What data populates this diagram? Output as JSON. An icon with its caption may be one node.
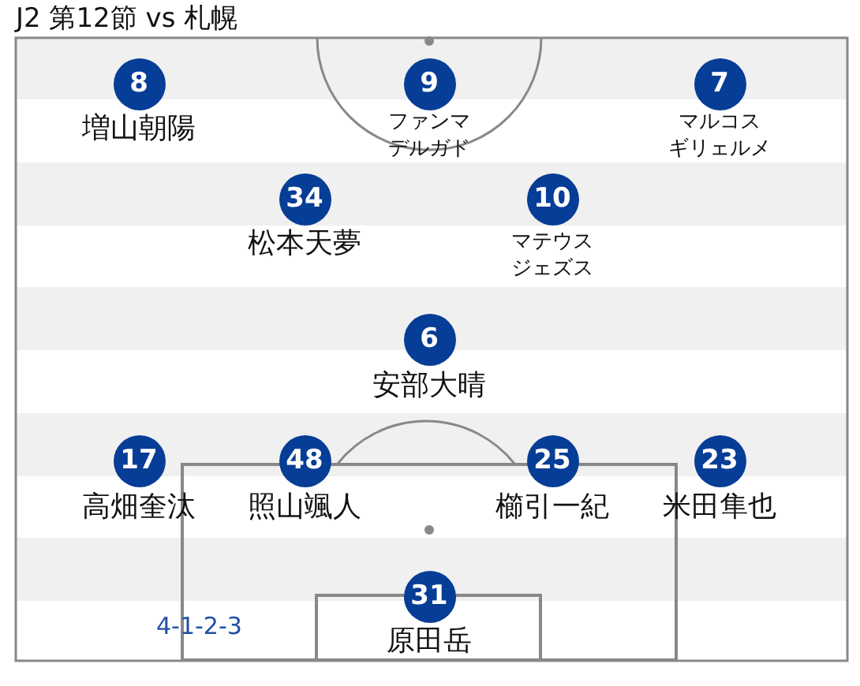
{
  "diagram": {
    "title": "J2 第12節 vs 札幌",
    "nodes": [
      {
        "text": [
          "8"
        ],
        "beside": [
          "増山朝陽"
        ]
      },
      {
        "text": [
          "9"
        ],
        "beside": [
          "ファンマデルガド"
        ]
      },
      {
        "text": [
          "7"
        ],
        "beside": [
          "マルコスギリェルメ"
        ]
      },
      {
        "text": [
          "34"
        ],
        "beside": [
          "松本天夢"
        ]
      },
      {
        "text": [
          "10"
        ],
        "beside": [
          "マテウスジェズス"
        ]
      },
      {
        "text": [
          "6"
        ],
        "beside": [
          "安部大晴"
        ]
      },
      {
        "text": [
          "17"
        ],
        "beside": [
          "高畑奎汰"
        ]
      },
      {
        "text": [
          "48"
        ],
        "beside": [
          "照山颯人"
        ]
      },
      {
        "text": [
          "25"
        ],
        "beside": [
          "櫛引一紀"
        ]
      },
      {
        "text": [
          "23"
        ],
        "beside": [
          "米田隼也"
        ]
      },
      {
        "text": [
          "31"
        ],
        "beside": [
          "原田岳"
        ]
      }
    ],
    "labels": [
      "4-1-2-3"
    ]
  }
}
